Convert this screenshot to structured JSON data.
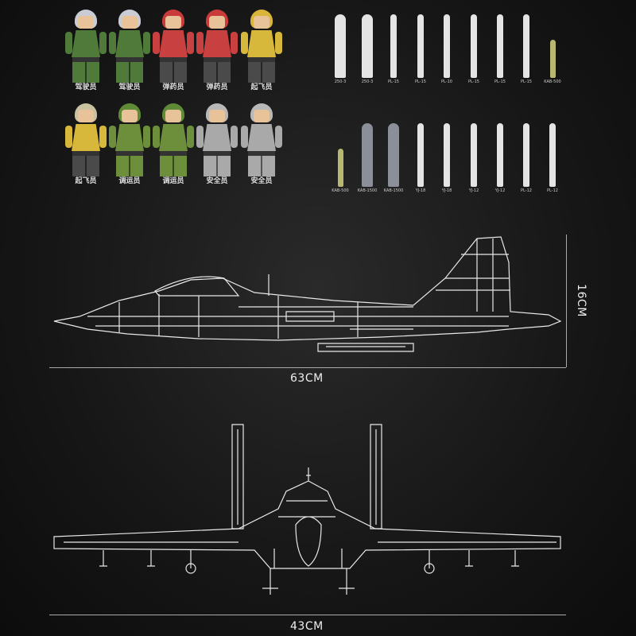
{
  "crew_row1": [
    {
      "label": "驾驶员",
      "helmet": "#c9ccd4",
      "body": "#4f7a3a",
      "legs": "#4f7a3a"
    },
    {
      "label": "驾驶员",
      "helmet": "#c9ccd4",
      "body": "#4f7a3a",
      "legs": "#4f7a3a"
    },
    {
      "label": "弹药员",
      "helmet": "#c93a3a",
      "body": "#c8403f",
      "legs": "#4a4a4a"
    },
    {
      "label": "弹药员",
      "helmet": "#c93a3a",
      "body": "#c8403f",
      "legs": "#4a4a4a"
    },
    {
      "label": "起飞员",
      "helmet": "#d9b53a",
      "body": "#d8b83a",
      "legs": "#4a4a4a"
    }
  ],
  "crew_row2": [
    {
      "label": "起飞员",
      "helmet": "#c9c2a0",
      "body": "#d8b83a",
      "legs": "#4a4a4a"
    },
    {
      "label": "调运员",
      "helmet": "#5f8a36",
      "body": "#6d8f3c",
      "legs": "#6d8f3c"
    },
    {
      "label": "调运员",
      "helmet": "#5f8a36",
      "body": "#6d8f3c",
      "legs": "#6d8f3c"
    },
    {
      "label": "安全员",
      "helmet": "#b8b8b8",
      "body": "#a9a9a9",
      "legs": "#a9a9a9"
    },
    {
      "label": "安全员",
      "helmet": "#b8b8b8",
      "body": "#a9a9a9",
      "legs": "#a9a9a9"
    }
  ],
  "weapons_row1": [
    "250-3",
    "250-3",
    "PL-15",
    "PL-15",
    "PL-10",
    "PL-15",
    "PL-15",
    "PL-15",
    "KAB-500"
  ],
  "weapons_row2": [
    "KAB-500",
    "KAB-1500",
    "KAB-1500",
    "YJ-18",
    "YJ-18",
    "YJ-12",
    "YJ-12",
    "PL-12",
    "PL-12"
  ],
  "dimensions": {
    "length": "63CM",
    "height": "16CM",
    "wingspan": "43CM"
  }
}
